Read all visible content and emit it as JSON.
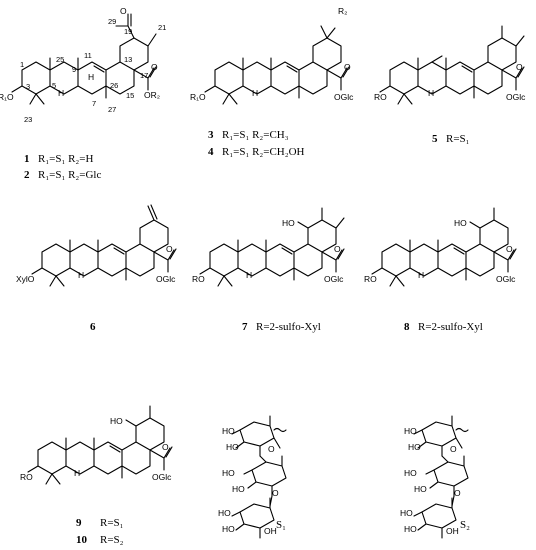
{
  "compounds": [
    {
      "id": "1",
      "label": "R₁=S₁ R₂=H"
    },
    {
      "id": "2",
      "label": "R₁=S₁ R₂=Glc"
    },
    {
      "id": "3",
      "label": "R₁=S₁ R₂=CH₃"
    },
    {
      "id": "4",
      "label": "R₁=S₁ R₂=CH₂OH"
    },
    {
      "id": "5",
      "label": "R=S₁"
    },
    {
      "id": "6",
      "label": ""
    },
    {
      "id": "7",
      "label": "R=2-sulfo-Xyl"
    },
    {
      "id": "8",
      "label": "R=2-sulfo-Xyl"
    },
    {
      "id": "9",
      "label": "R=S₁"
    },
    {
      "id": "10",
      "label": "R=S₂"
    }
  ],
  "sugars": [
    {
      "name": "S₁"
    },
    {
      "name": "S₂"
    }
  ],
  "atoms": {
    "r1o": "R₁O",
    "ro": "RO",
    "xylo": "XylO",
    "h": "H",
    "ho": "HO",
    "oh": "OH",
    "o": "O",
    "ore2": "OR₂",
    "r2": "R₂",
    "oglc": "OGlc"
  },
  "numbering": [
    "29",
    "19",
    "21",
    "11",
    "25",
    "9",
    "13",
    "17",
    "1",
    "3",
    "5",
    "7",
    "23",
    "26",
    "27",
    "15"
  ]
}
